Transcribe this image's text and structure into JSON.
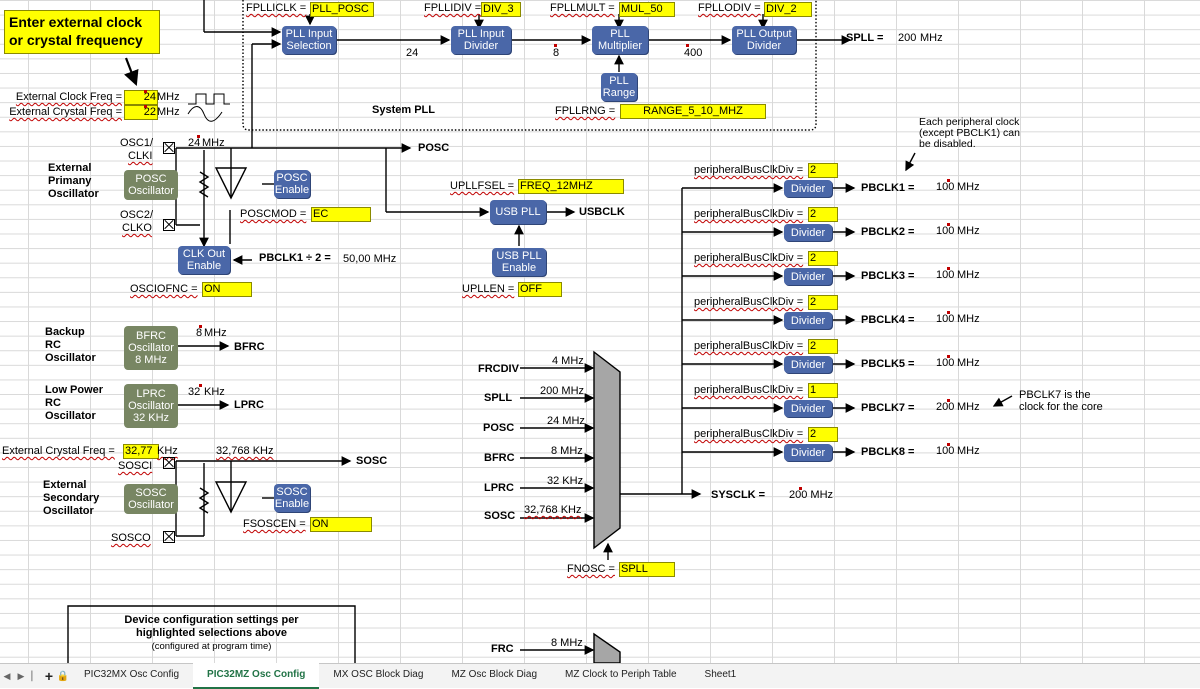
{
  "headline": {
    "line1": "Enter external clock",
    "line2": "or crystal frequency"
  },
  "pll": {
    "fpllicl_label": "FPLLICLK =",
    "fpllicl_val": "PLL_POSC",
    "fpllidiv_label": "FPLLIDIV =",
    "fpllidiv_val": "DIV_3",
    "fpllmult_label": "FPLLMULT =",
    "fpllmult_val": "MUL_50",
    "fpllodiv_label": "FPLLODIV =",
    "fpllodiv_val": "DIV_2",
    "input_selection": "PLL Input\nSelection",
    "input_divider": "PLL Input\nDivider",
    "multiplier": "PLL\nMultiplier",
    "output_divider": "PLL Output\nDivider",
    "range_box": "PLL\nRange",
    "val_24": "24",
    "val_8": "8",
    "val_400": "400",
    "spll_label": "SPLL =",
    "spll_val": "200",
    "spll_unit": "MHz",
    "system_pll": "System PLL",
    "fpllrng_label": "FPLLRNG =",
    "fpllrng_val": "RANGE_5_10_MHZ"
  },
  "ext": {
    "clock_label": "External Clock Freq =",
    "clock_val": "24",
    "clock_unit": "MHz",
    "crystal_label": "External Crystal Freq =",
    "crystal_val": "22",
    "crystal_unit": "MHz"
  },
  "posc": {
    "osc1": "OSC1/",
    "clki": "CLKI",
    "freq": "24",
    "freq_unit": "MHz",
    "title": "External\nPrimany\nOscillator",
    "box": "POSC\nOscillator",
    "enable": "POSC\nEnable",
    "out": "POSC",
    "osc2": "OSC2/",
    "clko": "CLKO",
    "poscmod_label": "POSCMOD =",
    "poscmod_val": "EC",
    "clkout": "CLK Out\nEnable",
    "pbclk1_div": "PBCLK1 ÷ 2 =",
    "pbclk1_div_val": "50,00 MHz",
    "osciofnc_label": "OSCIOFNC =",
    "osciofnc_val": "ON"
  },
  "usb": {
    "upllfsel_label": "UPLLFSEL =",
    "upllfsel_val": "FREQ_12MHZ",
    "usbpll": "USB PLL",
    "usbclk": "USBCLK",
    "enable": "USB PLL\nEnable",
    "upllen_label": "UPLLEN =",
    "upllen_val": "OFF"
  },
  "bfrc": {
    "title": "Backup\nRC\nOscillator",
    "box": "BFRC\nOscillator\n8 MHz",
    "freq": "8",
    "unit": "MHz",
    "out": "BFRC"
  },
  "lprc": {
    "title": "Low Power\nRC\nOscillator",
    "box": "LPRC\nOscillator\n32 KHz",
    "freq": "32",
    "unit": "KHz",
    "out": "LPRC"
  },
  "sosc": {
    "crystal_label": "External Crystal Freq =",
    "crystal_val": "32,77",
    "crystal_unit": "KHz",
    "sosci": "SOSCI",
    "freq": "32,768 KHz",
    "out": "SOSC",
    "title": "External\nSecondary\nOscillator",
    "box": "SOSC\nOscillator",
    "enable": "SOSC\nEnable",
    "fsoscen_label": "FSOSCEN =",
    "fsoscen_val": "ON",
    "sosco": "SOSCO"
  },
  "mux": {
    "inputs": [
      {
        "name": "FRCDIV",
        "freq": "4 MHz"
      },
      {
        "name": "SPLL",
        "freq": "200 MHz"
      },
      {
        "name": "POSC",
        "freq": "24 MHz"
      },
      {
        "name": "BFRC",
        "freq": "8 MHz"
      },
      {
        "name": "LPRC",
        "freq": "32 KHz"
      },
      {
        "name": "SOSC",
        "freq": "32,768 KHz"
      }
    ],
    "sysclk_label": "SYSCLK =",
    "sysclk_val": "200 MHz",
    "fnosc_label": "FNOSC =",
    "fnosc_val": "SPLL"
  },
  "periph": {
    "note": "Each peripheral clock\n(except PBCLK1) can\nbe disabled.",
    "note7": "PBCLK7 is the\nclock for the core",
    "div_label": "peripheralBusClkDiv =",
    "divider": "Divider",
    "rows": [
      {
        "div": "2",
        "name": "PBCLK1 =",
        "freq": "100",
        "unit": "MHz"
      },
      {
        "div": "2",
        "name": "PBCLK2 =",
        "freq": "100",
        "unit": "MHz"
      },
      {
        "div": "2",
        "name": "PBCLK3 =",
        "freq": "100",
        "unit": "MHz"
      },
      {
        "div": "2",
        "name": "PBCLK4 =",
        "freq": "100",
        "unit": "MHz"
      },
      {
        "div": "2",
        "name": "PBCLK5 =",
        "freq": "100",
        "unit": "MHz"
      },
      {
        "div": "1",
        "name": "PBCLK7 =",
        "freq": "200",
        "unit": "MHz"
      },
      {
        "div": "2",
        "name": "PBCLK8 =",
        "freq": "100",
        "unit": "MHz"
      }
    ]
  },
  "config": {
    "line1": "Device configuration settings per",
    "line2": "highlighted selections above",
    "line3": "(configured at program time)"
  },
  "bottom": {
    "frc": "FRC",
    "freq": "8 MHz"
  },
  "tabs": [
    "PIC32MX Osc Config",
    "PIC32MZ Osc Config",
    "MX OSC Block Diag",
    "MZ Osc Block Diag",
    "MZ Clock to Periph Table",
    "Sheet1"
  ],
  "active_tab": 1
}
